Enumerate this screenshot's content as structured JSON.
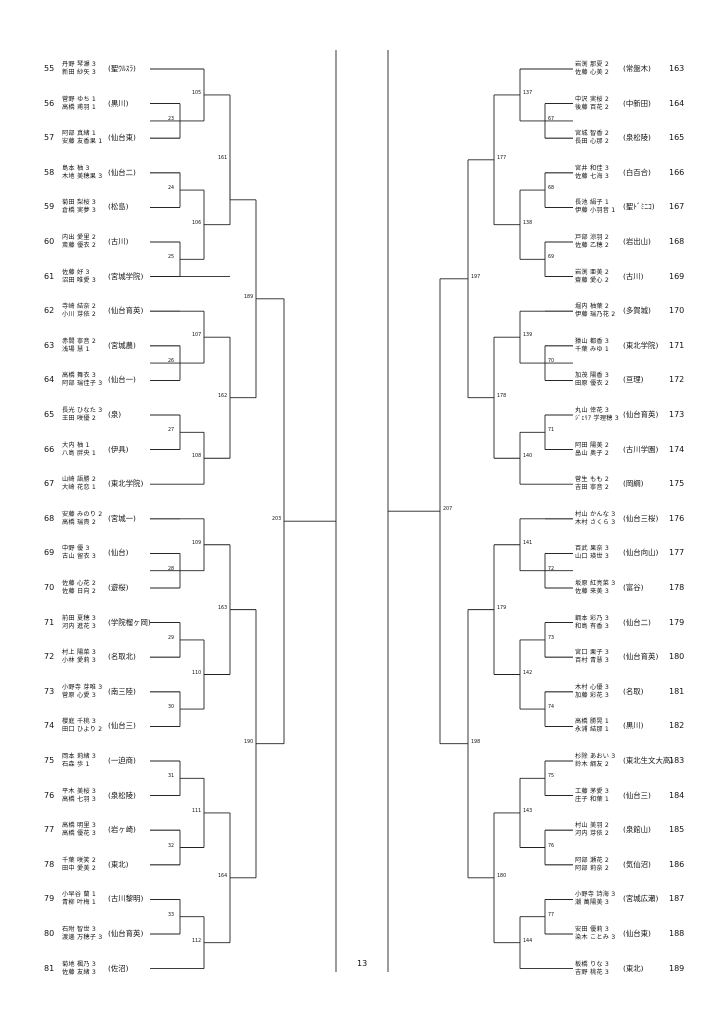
{
  "page_number": "13",
  "left_entries": [
    {
      "no": "55",
      "players": [
        "丹野 琴瀬 3",
        "新田 紗矢 3"
      ],
      "school": "(聖ｳﾙｽﾗ)"
    },
    {
      "no": "56",
      "players": [
        "菅野 ゆち 1",
        "高橋 甫羽 1"
      ],
      "school": "(黒川)"
    },
    {
      "no": "57",
      "players": [
        "阿部 真緒 1",
        "安藤 友香果 1"
      ],
      "school": "(仙台東)"
    },
    {
      "no": "58",
      "players": [
        "島本 柚 3",
        "木地 美穂果 3"
      ],
      "school": "(仙台二)"
    },
    {
      "no": "59",
      "players": [
        "菊田 梨桜 3",
        "倉橋 実夢 3"
      ],
      "school": "(松島)"
    },
    {
      "no": "60",
      "players": [
        "内出 愛里 2",
        "斎藤 優衣 2"
      ],
      "school": "(古川)"
    },
    {
      "no": "61",
      "players": [
        "佐藤 好 3",
        "沼田 唯愛 3"
      ],
      "school": "(宮城学院)"
    },
    {
      "no": "62",
      "players": [
        "寺崎 結奈 2",
        "小川 芽依 2"
      ],
      "school": "(仙台育英)"
    },
    {
      "no": "63",
      "players": [
        "赤間 寧音 2",
        "浅場 慧 1"
      ],
      "school": "(宮城農)"
    },
    {
      "no": "64",
      "players": [
        "高橋 舞衣 3",
        "阿部 瑞佳子 3"
      ],
      "school": "(仙台一)"
    },
    {
      "no": "65",
      "players": [
        "長光 ひなた 3",
        "王田 咲優 2"
      ],
      "school": "(泉)"
    },
    {
      "no": "66",
      "players": [
        "大内 柚 1",
        "八島 胖央 1"
      ],
      "school": "(伊具)"
    },
    {
      "no": "67",
      "players": [
        "山崎 語勝 2",
        "大崎 花恋 1"
      ],
      "school": "(東北学院)"
    },
    {
      "no": "68",
      "players": [
        "安藤 みのり 2",
        "高橋 瑞貴 2"
      ],
      "school": "(宮城一)"
    },
    {
      "no": "69",
      "players": [
        "中野 優 3",
        "古山 留衣 3"
      ],
      "school": "(仙台)"
    },
    {
      "no": "70",
      "players": [
        "佐藤 心花 2",
        "佐藤 日向 2"
      ],
      "school": "(遊桜)"
    },
    {
      "no": "71",
      "players": [
        "前田 夏穂 3",
        "河内 進花 3"
      ],
      "school": "(学院榴ヶ岡)"
    },
    {
      "no": "72",
      "players": [
        "村上 陽菜 3",
        "小林 愛莉 3"
      ],
      "school": "(名取北)"
    },
    {
      "no": "73",
      "players": [
        "小野寺 芽唯 3",
        "菅原 心愛 3"
      ],
      "school": "(南三陸)"
    },
    {
      "no": "74",
      "players": [
        "櫻庭 千桃 3",
        "田口 ひより 2"
      ],
      "school": "(仙台三)"
    },
    {
      "no": "75",
      "players": [
        "岡本 莉緒 3",
        "石森 歩 1"
      ],
      "school": "(一迫商)"
    },
    {
      "no": "76",
      "players": [
        "平木 美桜 3",
        "高橋 七羽 3"
      ],
      "school": "(泉松陵)"
    },
    {
      "no": "77",
      "players": [
        "高橋 明里 3",
        "高橋 優花 3"
      ],
      "school": "(岩ヶ崎)"
    },
    {
      "no": "78",
      "players": [
        "千葉 咲笑 2",
        "田中 愛美 2"
      ],
      "school": "(東北)"
    },
    {
      "no": "79",
      "players": [
        "小早谷 蘭 1",
        "青柳 叶梅 1"
      ],
      "school": "(古川黎明)"
    },
    {
      "no": "80",
      "players": [
        "石附 智世 3",
        "渡邊 万穂子 3"
      ],
      "school": "(仙台育英)"
    },
    {
      "no": "81",
      "players": [
        "菊地 楓乃 3",
        "佐藤 友緒 3"
      ],
      "school": "(佐沼)"
    }
  ],
  "right_entries": [
    {
      "no": "163",
      "players": [
        "岩渕 那夏 2",
        "佐藤 心美 2"
      ],
      "school": "(常盤木)"
    },
    {
      "no": "164",
      "players": [
        "中沢 実桜 2",
        "後藤 百花 2"
      ],
      "school": "(中新田)"
    },
    {
      "no": "165",
      "players": [
        "宮城 智香 2",
        "長田 心那 2"
      ],
      "school": "(泉松陵)"
    },
    {
      "no": "166",
      "players": [
        "宮井 和佳 3",
        "佐藤 七海 3"
      ],
      "school": "(白百合)"
    },
    {
      "no": "167",
      "players": [
        "長池 絹子 1",
        "伊藤 小羽音 1"
      ],
      "school": "(聖ﾄﾞﾐﾆｺ)"
    },
    {
      "no": "168",
      "players": [
        "戸部 涼羽 2",
        "佐藤 乙穂 2"
      ],
      "school": "(岩出山)"
    },
    {
      "no": "169",
      "players": [
        "岩渕 亜美 2",
        "齋藤 愛心 2"
      ],
      "school": "(古川)"
    },
    {
      "no": "170",
      "players": [
        "堀内 柚葉 2",
        "伊藤 瑞乃花 2"
      ],
      "school": "(多賀城)"
    },
    {
      "no": "171",
      "players": [
        "猿山 都香 3",
        "千葉 みゆ 1"
      ],
      "school": "(東北学院)"
    },
    {
      "no": "172",
      "players": [
        "加茂 陽香 3",
        "田原 優衣 2"
      ],
      "school": "(亘理)"
    },
    {
      "no": "173",
      "players": [
        "丸山 倖花 3",
        "ｼﾞｪﾘｱ 学理穂 3"
      ],
      "school": "(仙台育英)"
    },
    {
      "no": "174",
      "players": [
        "阿田 陽美 2",
        "畠山 奥子 2"
      ],
      "school": "(古川学園)"
    },
    {
      "no": "175",
      "players": [
        "菅生 もも 2",
        "吉田 寧音 2"
      ],
      "school": "(岡綱)"
    },
    {
      "no": "176",
      "players": [
        "村山 かんな 3",
        "木村 さくら 3"
      ],
      "school": "(仙台三桜)"
    },
    {
      "no": "177",
      "players": [
        "百武 果奈 3",
        "山口 瑛世 3"
      ],
      "school": "(仙台向山)"
    },
    {
      "no": "178",
      "players": [
        "坂原 紅亮菜 3",
        "佐藤 来美 3"
      ],
      "school": "(富谷)"
    },
    {
      "no": "179",
      "players": [
        "鋼本 彩乃 3",
        "和島 有香 3"
      ],
      "school": "(仙台二)"
    },
    {
      "no": "180",
      "players": [
        "宮口 栗子 3",
        "百村 青慧 3"
      ],
      "school": "(仙台育英)"
    },
    {
      "no": "181",
      "players": [
        "木村 心優 3",
        "加藤 彩花 3"
      ],
      "school": "(名取)"
    },
    {
      "no": "182",
      "players": [
        "高橋 勝晃 1",
        "永浦 結那 1"
      ],
      "school": "(黒川)"
    },
    {
      "no": "183",
      "players": [
        "杉除 あおい 3",
        "鈴木 綱友 2"
      ],
      "school": "(東北生文大高)"
    },
    {
      "no": "184",
      "players": [
        "工藤 茅愛 3",
        "庄子 和葉 1"
      ],
      "school": "(仙台三)"
    },
    {
      "no": "185",
      "players": [
        "村山 美羽 2",
        "河内 芽依 2"
      ],
      "school": "(泉館山)"
    },
    {
      "no": "186",
      "players": [
        "阿部 瀬花 2",
        "阿部 莉奈 2"
      ],
      "school": "(気仙沼)"
    },
    {
      "no": "187",
      "players": [
        "小野寺 詩海 3",
        "潮 萬陽美 3"
      ],
      "school": "(宮城広瀬)"
    },
    {
      "no": "188",
      "players": [
        "安田 優莉 3",
        "染木 ことみ 3"
      ],
      "school": "(仙台東)"
    },
    {
      "no": "189",
      "players": [
        "板橋 りな 3",
        "吉野 桃花 3"
      ],
      "school": "(東北)"
    }
  ],
  "left_rounds": {
    "r1": [
      "105",
      "23",
      "24",
      "25",
      "26",
      "27",
      "28",
      "29",
      "30",
      "31",
      "32",
      "33"
    ],
    "r2": [
      "106",
      "107",
      "108",
      "109",
      "110",
      "111",
      "112"
    ],
    "r3": [
      "161",
      "162",
      "163",
      "164"
    ],
    "r4": [
      "189",
      "190"
    ],
    "r5": [
      "203"
    ]
  },
  "right_rounds": {
    "r1": [
      "67",
      "68",
      "69",
      "70",
      "71",
      "72",
      "73",
      "74",
      "75",
      "76",
      "77"
    ],
    "r2": [
      "137",
      "138",
      "139",
      "140",
      "141",
      "142",
      "143",
      "144"
    ],
    "r3": [
      "177",
      "178",
      "179",
      "180"
    ],
    "r4": [
      "197",
      "198"
    ],
    "r5": [
      "207"
    ]
  }
}
